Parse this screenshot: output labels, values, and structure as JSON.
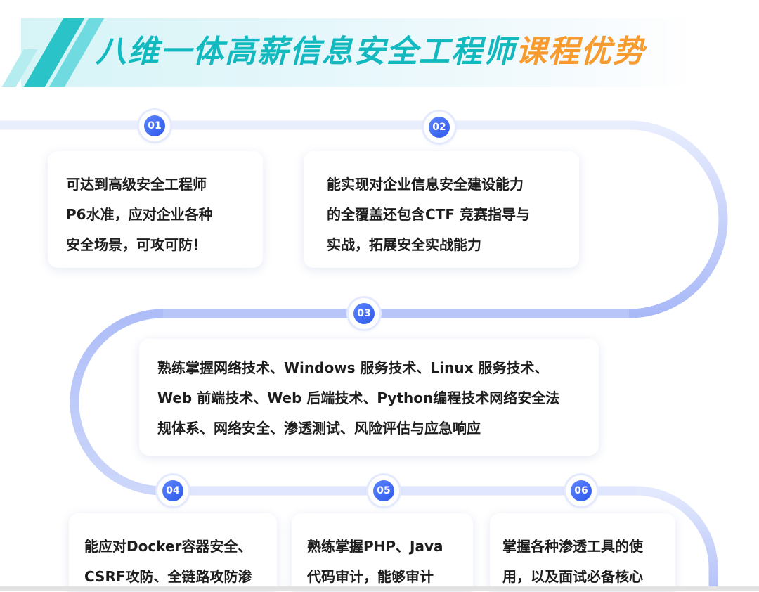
{
  "header": {
    "title_main": "八维一体高薪信息安全工程师",
    "title_accent": "课程优势"
  },
  "colors": {
    "title_teal": "#12b9bf",
    "title_orange": "#f89b2e",
    "track": "#e7ecfd",
    "badge_blue": "#3a63f0"
  },
  "steps": [
    {
      "number": "01",
      "lines": [
        "可达到高级安全工程师",
        "P6水准，应对企业各种",
        "安全场景，可攻可防！"
      ]
    },
    {
      "number": "02",
      "lines": [
        "能实现对企业信息安全建设能力",
        "的全覆盖还包含CTF 竞赛指导与",
        "实战，拓展安全实战能力"
      ]
    },
    {
      "number": "03",
      "lines": [
        "熟练掌握网络技术、Windows 服务技术、Linux 服务技术、",
        "Web 前端技术、Web 后端技术、Python编程技术网络安全法",
        "规体系、网络安全、渗透测试、风险评估与应急响应"
      ]
    },
    {
      "number": "04",
      "lines": [
        "能应对Docker容器安全、",
        "CSRF攻防、全链路攻防渗"
      ]
    },
    {
      "number": "05",
      "lines": [
        "熟练掌握PHP、Java",
        "代码审计，能够审计"
      ]
    },
    {
      "number": "06",
      "lines": [
        "掌握各种渗透工具的使",
        "用，以及面试必备核心"
      ]
    }
  ]
}
